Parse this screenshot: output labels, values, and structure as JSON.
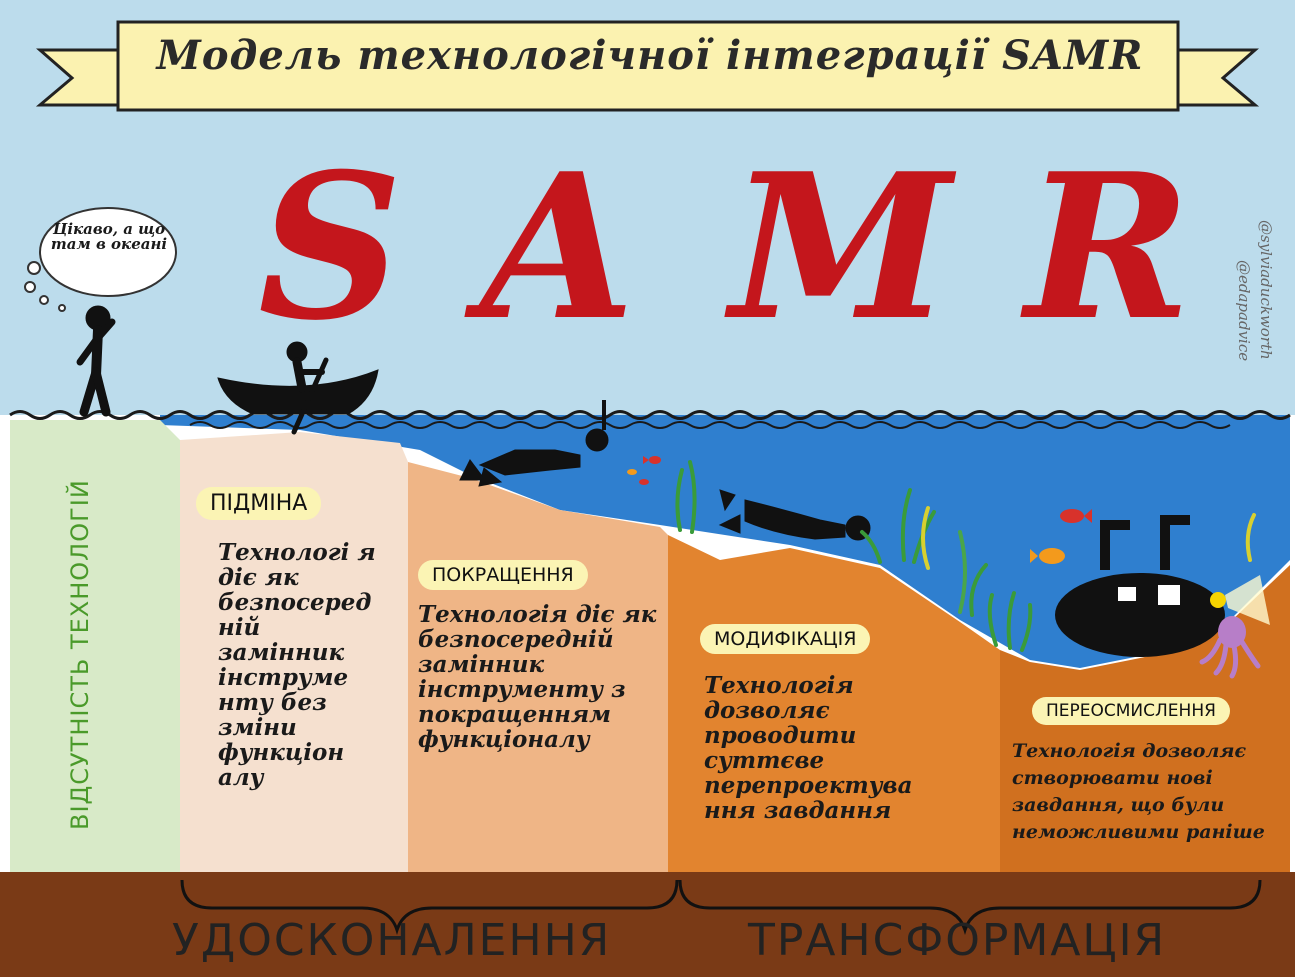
{
  "title": "Модель технологічної інтеграції SAMR",
  "big_letters": [
    "S",
    "A",
    "M",
    "R"
  ],
  "thought_bubble": "Цікаво, а що там в океані",
  "credits": [
    "@sylviaduckworth",
    "@edapadvice"
  ],
  "no_technology_label": "ВІДСУТНІСТЬ ТЕХНОЛОГІЙ",
  "stages": [
    {
      "label": "ПІДМІНА",
      "description": "Технологі я діє як безпосеред ній замінник інструме нту без зміни функціон алу"
    },
    {
      "label": "ПОКРАЩЕННЯ",
      "description": "Технологія діє як безпосередній замінник інструменту з покращенням функціоналу"
    },
    {
      "label": "МОДИФІКАЦІЯ",
      "description": "Технологія дозволяє проводити суттєве перепроектува ння завдання"
    },
    {
      "label": "ПЕРЕОСМИСЛЕННЯ",
      "description": "Технологія дозволяє створювати нові завдання, що були неможливими раніше"
    }
  ],
  "groups": [
    "УДОСКОНАЛЕННЯ",
    "ТРАНСФОРМАЦІЯ"
  ],
  "colors": {
    "sky": "#bcdcec",
    "sea": "#2f7fcf",
    "red_letters": "#c4161c",
    "no_tech": "#d8eac8",
    "substitution": "#f5e0cf",
    "augmentation": "#efb586",
    "modification": "#e2842f",
    "redefinition": "#d0701f",
    "ground": "#7a3a16",
    "label_bg": "#fbf4b4"
  }
}
